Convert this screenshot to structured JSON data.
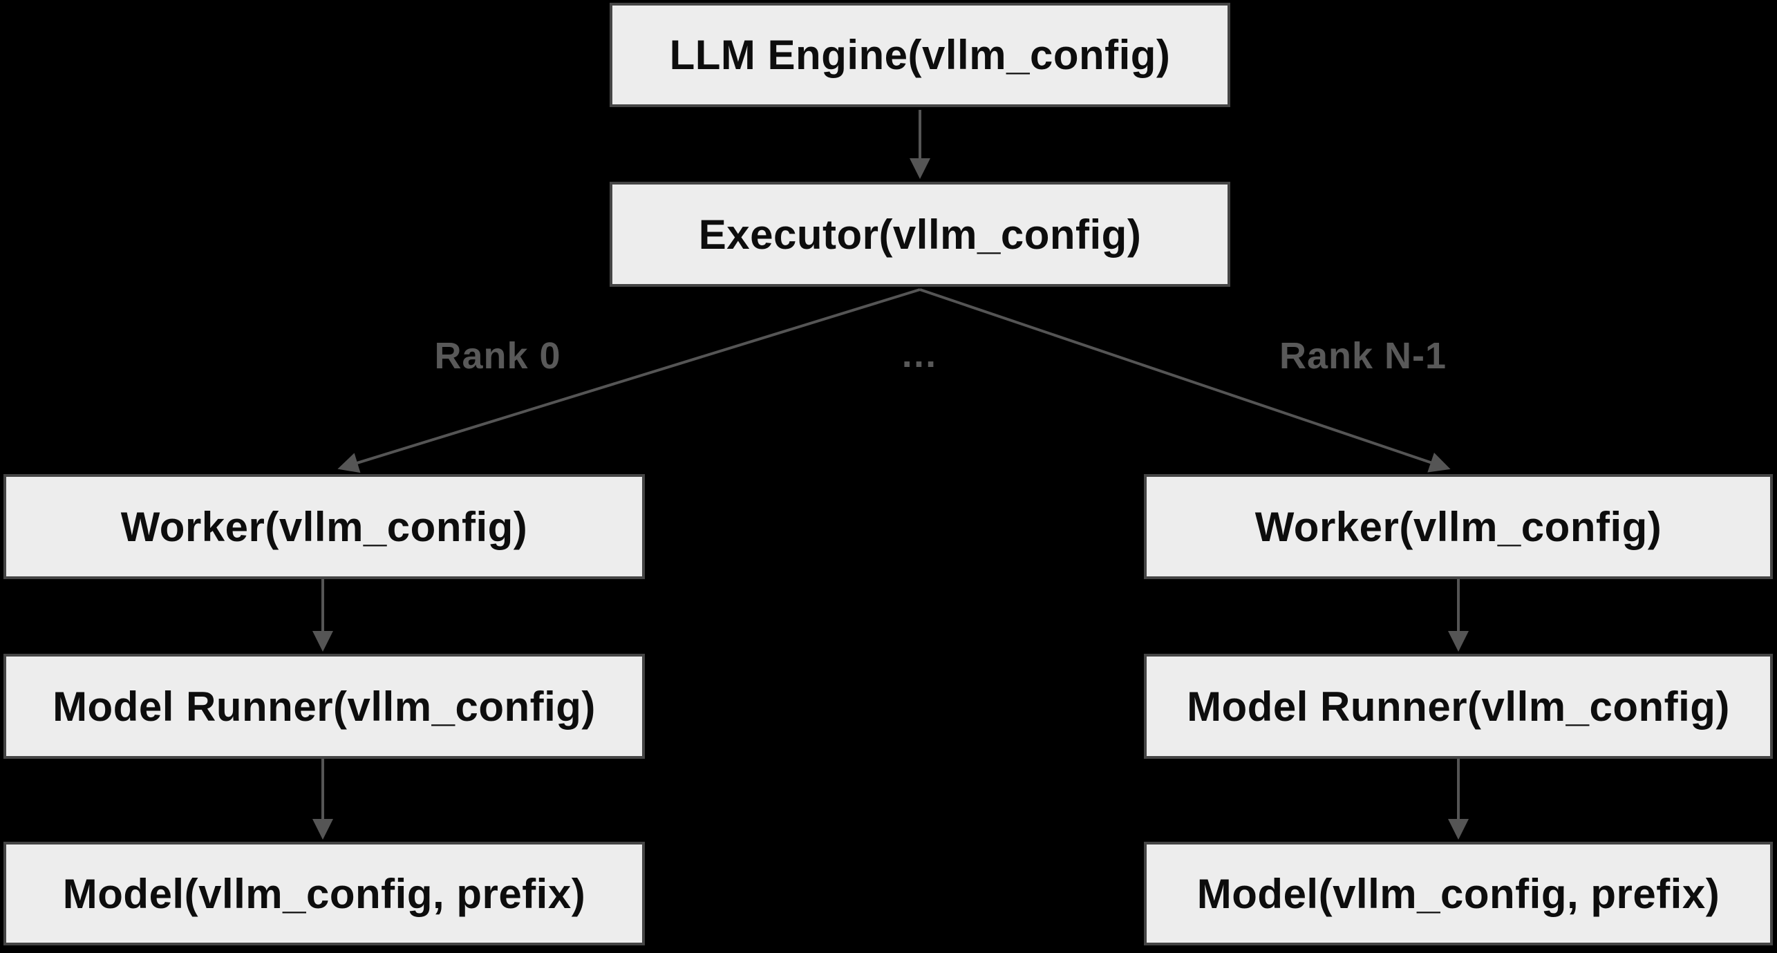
{
  "diagram": {
    "colors": {
      "background": "#000000",
      "node_fill": "#ededed",
      "node_border": "#454545",
      "node_text": "#0d0d0d",
      "edge": "#555555",
      "edge_label": "#595959"
    },
    "nodes": {
      "llm_engine": {
        "label": "LLM Engine(vllm_config)"
      },
      "executor": {
        "label": "Executor(vllm_config)"
      },
      "worker_left": {
        "label": "Worker(vllm_config)"
      },
      "model_runner_left": {
        "label": "Model Runner(vllm_config)"
      },
      "model_left": {
        "label": "Model(vllm_config, prefix)"
      },
      "worker_right": {
        "label": "Worker(vllm_config)"
      },
      "model_runner_right": {
        "label": "Model Runner(vllm_config)"
      },
      "model_right": {
        "label": "Model(vllm_config, prefix)"
      }
    },
    "edge_labels": {
      "rank_0": "Rank 0",
      "ellipsis": "…",
      "rank_n_minus_1": "Rank N-1"
    }
  }
}
